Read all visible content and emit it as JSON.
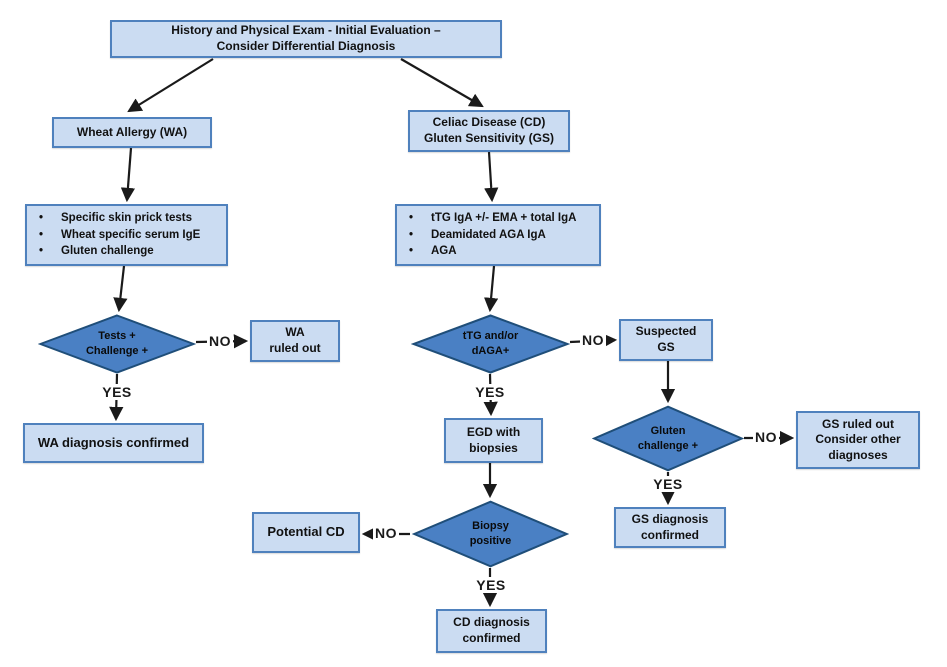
{
  "colors": {
    "box_fill": "#cbdcf2",
    "box_border": "#4f81bd",
    "diamond_fill": "#4a80c4",
    "diamond_border": "#1f4e79",
    "arrow": "#1a1a1a",
    "text": "#111111"
  },
  "labels": {
    "yes": "YES",
    "no": "NO"
  },
  "nodes": {
    "initial_eval": {
      "line1": "History and Physical Exam  - Initial Evaluation –",
      "line2": "Consider Differential Diagnosis"
    },
    "wheat_allergy": {
      "line1": "Wheat Allergy (WA)"
    },
    "celiac": {
      "line1": "Celiac Disease  (CD)",
      "line2": "Gluten Sensitivity (GS)"
    },
    "wa_tests": {
      "bullets": [
        "Specific skin prick tests",
        "Wheat specific serum IgE",
        "Gluten challenge"
      ]
    },
    "cd_tests": {
      "bullets": [
        "tTG IgA +/- EMA + total IgA",
        "Deamidated AGA IgA",
        "AGA"
      ]
    },
    "wa_decision": {
      "line1": "Tests +",
      "line2": "Challenge +"
    },
    "wa_ruled_out": {
      "line1": "WA",
      "line2": "ruled out"
    },
    "wa_confirmed": {
      "line1": "WA diagnosis confirmed"
    },
    "cd_decision": {
      "line1": "tTG and/or",
      "line2": "dAGA+"
    },
    "suspected_gs": {
      "line1": "Suspected",
      "line2": "GS"
    },
    "egd": {
      "line1": "EGD with",
      "line2": "biopsies"
    },
    "gluten_decision": {
      "line1": "Gluten",
      "line2": "challenge +"
    },
    "gs_ruled_out": {
      "line1": "GS ruled out",
      "line2": "Consider other",
      "line3": "diagnoses"
    },
    "gs_confirmed": {
      "line1": "GS diagnosis",
      "line2": "confirmed"
    },
    "biopsy_decision": {
      "line1": "Biopsy",
      "line2": "positive"
    },
    "potential_cd": {
      "line1": "Potential CD"
    },
    "cd_confirmed": {
      "line1": "CD diagnosis",
      "line2": "confirmed"
    }
  }
}
